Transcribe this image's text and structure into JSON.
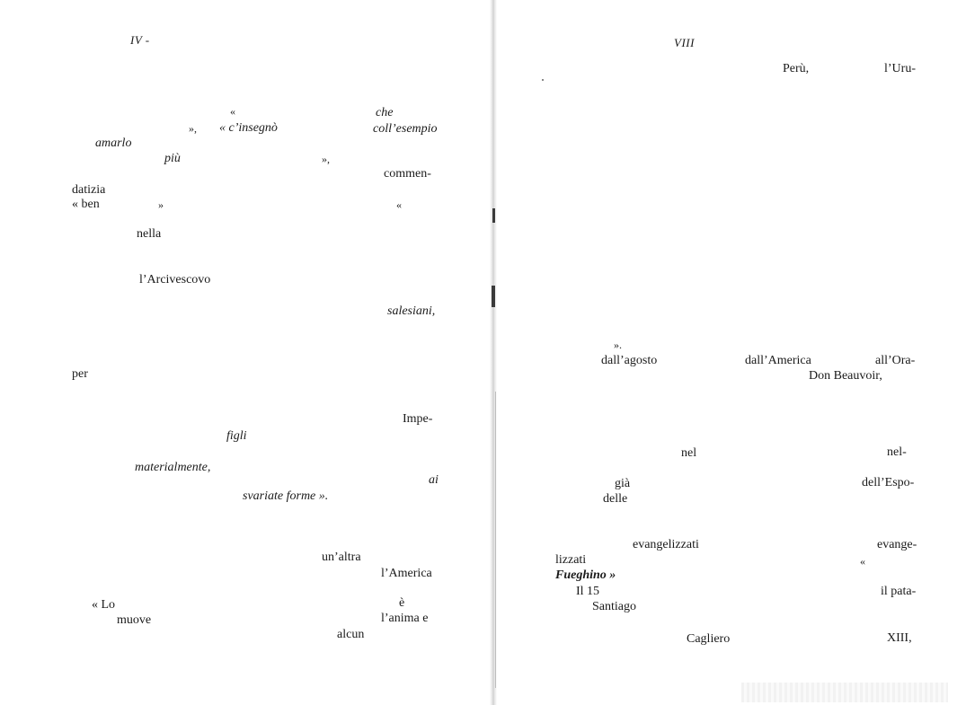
{
  "left_page": {
    "header": "IV -",
    "lines": [
      "«",
      "che",
      "»,",
      "« c’insegnò",
      "coll’esempio",
      "amarlo",
      "più",
      "»,",
      "commen-",
      "datizia",
      "« ben",
      "»",
      "«",
      "nella",
      "l’Arcivescovo",
      "salesiani,",
      "per",
      "Impe-",
      "figli",
      "materialmente,",
      "ai",
      "svariate forme ».",
      "un’altra",
      "l’America",
      "« Lo",
      "è",
      "muove",
      "l’anima e",
      "alcun"
    ]
  },
  "right_page": {
    "header": "VIII",
    "lines": [
      "Perù,",
      "l’Uru-",
      "».",
      "dall’agosto",
      "dall’America",
      "all’Ora-",
      "Don Beauvoir,",
      "nel",
      "nel-",
      "già",
      "dell’Espo-",
      "delle",
      "evangelizzati",
      "evange-",
      "lizzati",
      "«",
      "Fueghino »",
      "Il 15",
      "il pata-",
      "Santiago",
      "Cagliero",
      "XIII,"
    ]
  }
}
